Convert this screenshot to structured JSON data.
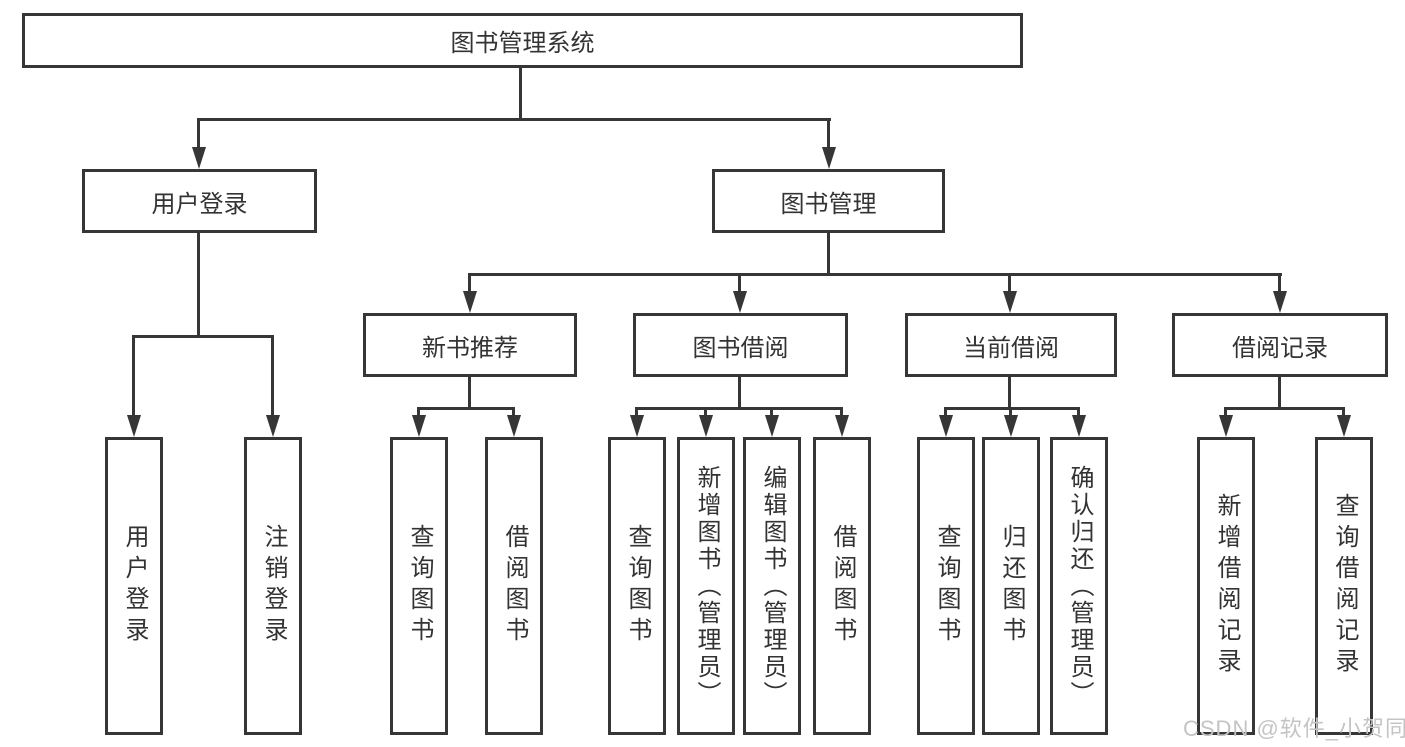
{
  "colors": {
    "line": "#363636",
    "text": "#333333",
    "background": "#ffffff",
    "watermark_text": "#c4c4c4"
  },
  "root": {
    "label": "图书管理系统"
  },
  "level2": [
    {
      "label": "用户登录"
    },
    {
      "label": "图书管理"
    }
  ],
  "level3": [
    {
      "label": "新书推荐"
    },
    {
      "label": "图书借阅"
    },
    {
      "label": "当前借阅"
    },
    {
      "label": "借阅记录"
    }
  ],
  "leaves": {
    "user_login": [
      {
        "label": "用户登录"
      },
      {
        "label": "注销登录"
      }
    ],
    "new_books": [
      {
        "label": "查询图书"
      },
      {
        "label": "借阅图书"
      }
    ],
    "book_borrow": [
      {
        "label": "查询图书"
      },
      {
        "label": "新增图书（管理员）"
      },
      {
        "label": "编辑图书（管理员）"
      },
      {
        "label": "借阅图书"
      }
    ],
    "current_borrow": [
      {
        "label": "查询图书"
      },
      {
        "label": "归还图书"
      },
      {
        "label": "确认归还（管理员）"
      }
    ],
    "borrow_records": [
      {
        "label": "新增借阅记录"
      },
      {
        "label": "查询借阅记录"
      }
    ]
  },
  "watermark": {
    "label": "CSDN @软件_小贺同学"
  }
}
